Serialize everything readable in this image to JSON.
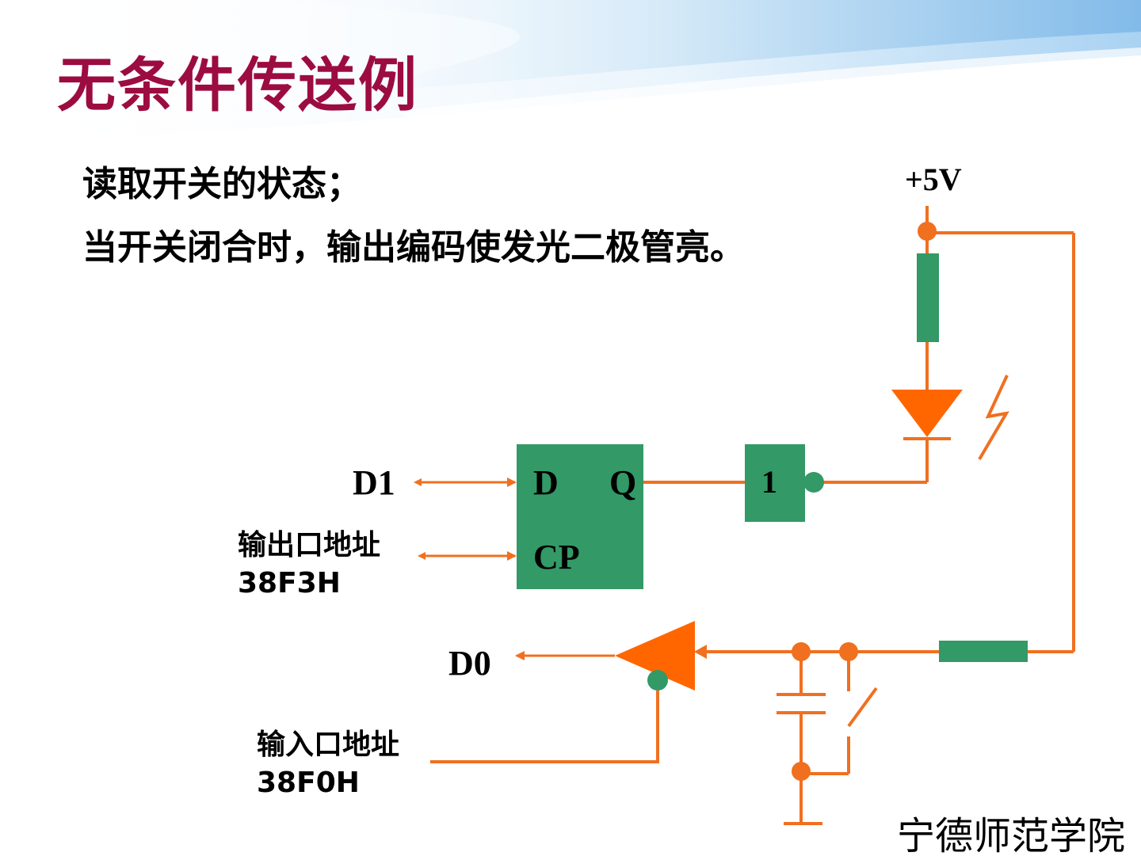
{
  "slide": {
    "title": "无条件传送例",
    "line1": "读取开关的状态；",
    "line2": "当开关闭合时，输出编码使发光二极管亮。",
    "footer": "宁德师范学院"
  },
  "circuit": {
    "supply_label": "+5V",
    "d1_label": "D1",
    "d0_label": "D0",
    "ff_d": "D",
    "ff_q": "Q",
    "ff_cp": "CP",
    "inverter_label": "1",
    "out_port_label": "输出口地址",
    "out_port_addr": "38F3H",
    "in_port_label": "输入口地址",
    "in_port_addr": "38F0H"
  },
  "colors": {
    "wire": "#f07020",
    "component": "#339966",
    "title": "#9c0c40",
    "background_accent": "#8ec3ea"
  }
}
